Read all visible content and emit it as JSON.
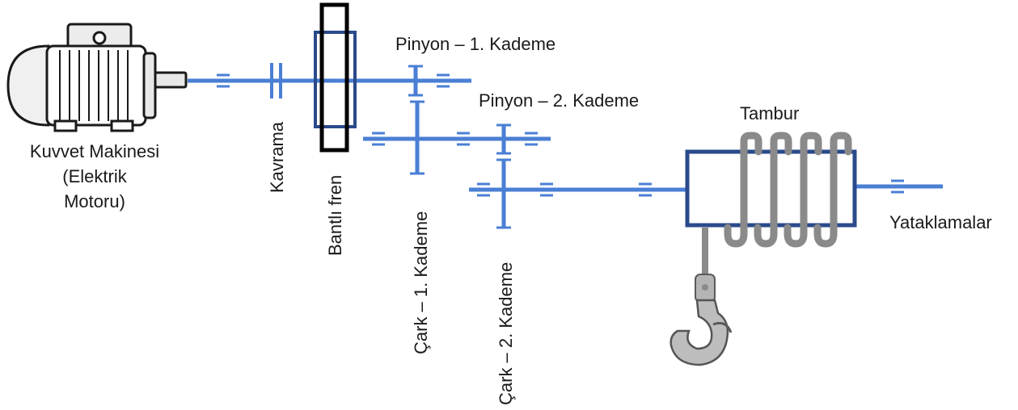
{
  "labels": {
    "motor_line1": "Kuvvet Makinesi",
    "motor_line2": "(Elektrik",
    "motor_line3": "Motoru)",
    "coupling": "Kavrama",
    "band_brake": "Bantlı fren",
    "pinion_1": "Pinyon – 1. Kademe",
    "pinion_2": "Pinyon – 2. Kademe",
    "gear_1": "Çark – 1. Kademe",
    "gear_2": "Çark – 2. Kademe",
    "drum": "Tambur",
    "bearings": "Yataklamalar"
  },
  "colors": {
    "shaft": "#4a7fd4",
    "drum": "#2a4a8a",
    "brake_box": "#000000",
    "rope": "#8a8a8a",
    "hook": "#a8a8a8"
  },
  "icons": {
    "motor": "electric-motor-icon",
    "hook": "crane-hook-icon"
  }
}
